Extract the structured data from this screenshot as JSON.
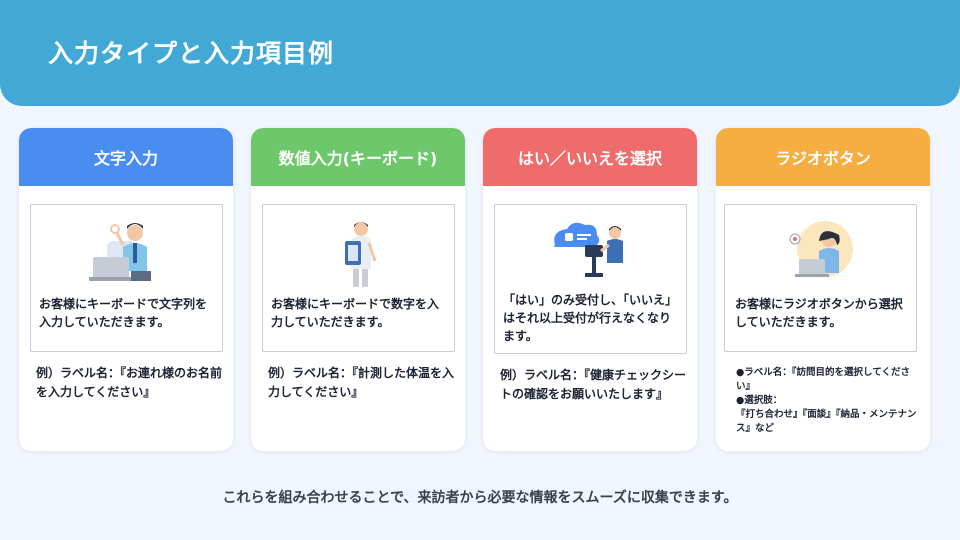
{
  "header": {
    "title": "入力タイプと入力項目例"
  },
  "colors": {
    "header_bg": "#42a9d6",
    "card1": "#4a8df0",
    "card2": "#6cc86a",
    "card3": "#f06b6b",
    "card4": "#f6ad42"
  },
  "cards": [
    {
      "title": "文字入力",
      "description": "お客様にキーボードで文字列を入力していただきます。",
      "example": "例）ラベル名：『お連れ様のお名前を入力してください』",
      "icon": "person-typing-laptop-icon"
    },
    {
      "title": "数値入力(キーボード)",
      "description": "お客様にキーボードで数字を入力していただきます。",
      "example": "例）ラベル名：『計測した体温を入力してください』",
      "icon": "person-holding-tablet-icon"
    },
    {
      "title": "はい／いいえを選択",
      "description": "「はい」のみ受付し、「いいえ」はそれ以上受付が行えなくなります。",
      "example": "例）ラベル名：『健康チェックシートの確認をお願いいたします』",
      "icon": "person-at-kiosk-icon"
    },
    {
      "title": "ラジオボタン",
      "description": "お客様にラジオボタンから選択していただきます。",
      "example_label": "●ラベル名：『訪問目的を選択してください』",
      "example_choices_title": "●選択肢：",
      "example_choices": "『打ち合わせ』『面談』『納品・メンテナンス』など",
      "icon": "person-at-laptop-icon"
    }
  ],
  "footer": {
    "text": "これらを組み合わせることで、来訪者から必要な情報をスムーズに収集できます。"
  }
}
